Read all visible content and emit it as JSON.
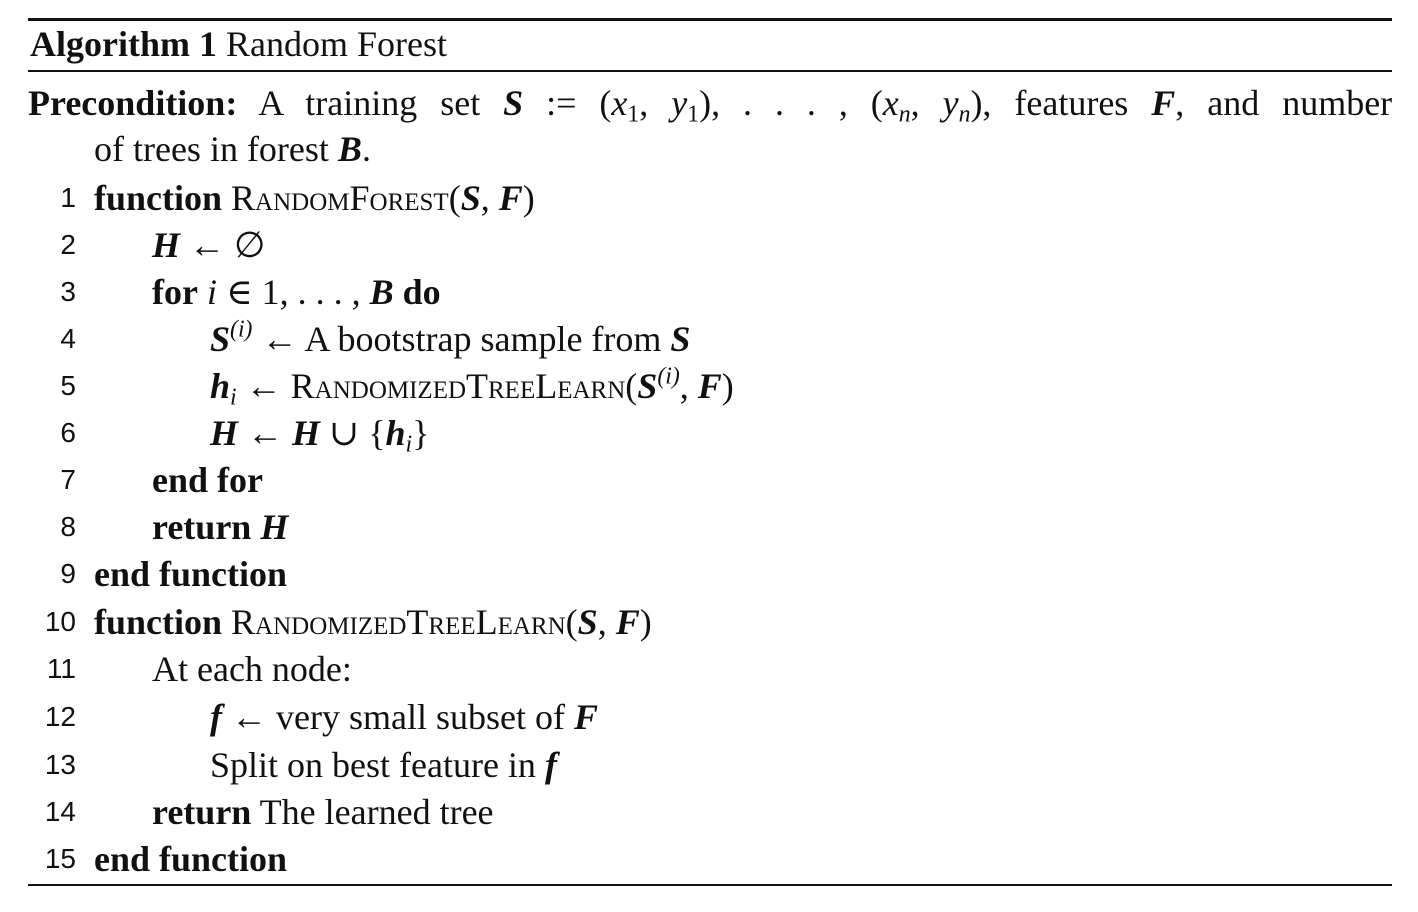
{
  "caption": {
    "label": "Algorithm 1",
    "title": "Random Forest"
  },
  "precondition": {
    "label": "Precondition:",
    "line1": {
      "t0": "A",
      "t1": "training",
      "t2": "set",
      "t3": "S",
      "t4": ":=",
      "t5a": "(",
      "t5b": "x",
      "t5c": "1",
      "t5d": ", ",
      "t5e": "y",
      "t5f": "1",
      "t5g": "), . . . , (",
      "t5h": "x",
      "t5i": "n",
      "t5j": ", ",
      "t5k": "y",
      "t5l": "n",
      "t5m": "),",
      "t6": "features",
      "t7a": "F",
      "t7b": ",",
      "t8": "and",
      "t9": "number"
    },
    "line2": {
      "a": "of trees in forest ",
      "b": "B",
      "c": "."
    }
  },
  "lines": [
    {
      "num": "1",
      "kw": "function",
      "sp": " ",
      "name": "RandomForest",
      "p1": "(",
      "a1": "S",
      "sep": ", ",
      "a2": "F",
      "p2": ")"
    },
    {
      "num": "2",
      "v1": "H",
      "op": " ← ∅"
    },
    {
      "num": "3",
      "kw": "for",
      "s1": " ",
      "v1": "i",
      "m1": " ∈ 1, . . . , ",
      "v2": "B",
      "s2": " ",
      "kw2": "do"
    },
    {
      "num": "4",
      "v1": "S",
      "sup": "(i)",
      "m1": " ← A bootstrap sample from ",
      "v2": "S"
    },
    {
      "num": "5",
      "v1": "h",
      "sub": "i",
      "m1": " ← ",
      "name": "RandomizedTreeLearn",
      "p1": "(",
      "v2": "S",
      "sup": "(i)",
      "sep": ", ",
      "v3": "F",
      "p2": ")"
    },
    {
      "num": "6",
      "v1": "H",
      "m1": " ← ",
      "v2": "H",
      "m2": " ∪ {",
      "v3": "h",
      "sub": "i",
      "m3": "}"
    },
    {
      "num": "7",
      "kw": "end for"
    },
    {
      "num": "8",
      "kw": "return",
      "sp": " ",
      "v1": "H"
    },
    {
      "num": "9",
      "kw": "end function"
    },
    {
      "num": "10",
      "kw": "function",
      "sp": " ",
      "name": "RandomizedTreeLearn",
      "p1": "(",
      "a1": "S",
      "sep": ", ",
      "a2": "F",
      "p2": ")"
    },
    {
      "num": "11",
      "text": "At each node:"
    },
    {
      "num": "12",
      "v1": "f",
      "m1": " ← very small subset of ",
      "v2": "F"
    },
    {
      "num": "13",
      "m1": "Split on best feature in ",
      "v1": "f"
    },
    {
      "num": "14",
      "kw": "return",
      "m1": " The learned tree"
    },
    {
      "num": "15",
      "kw": "end function"
    }
  ]
}
